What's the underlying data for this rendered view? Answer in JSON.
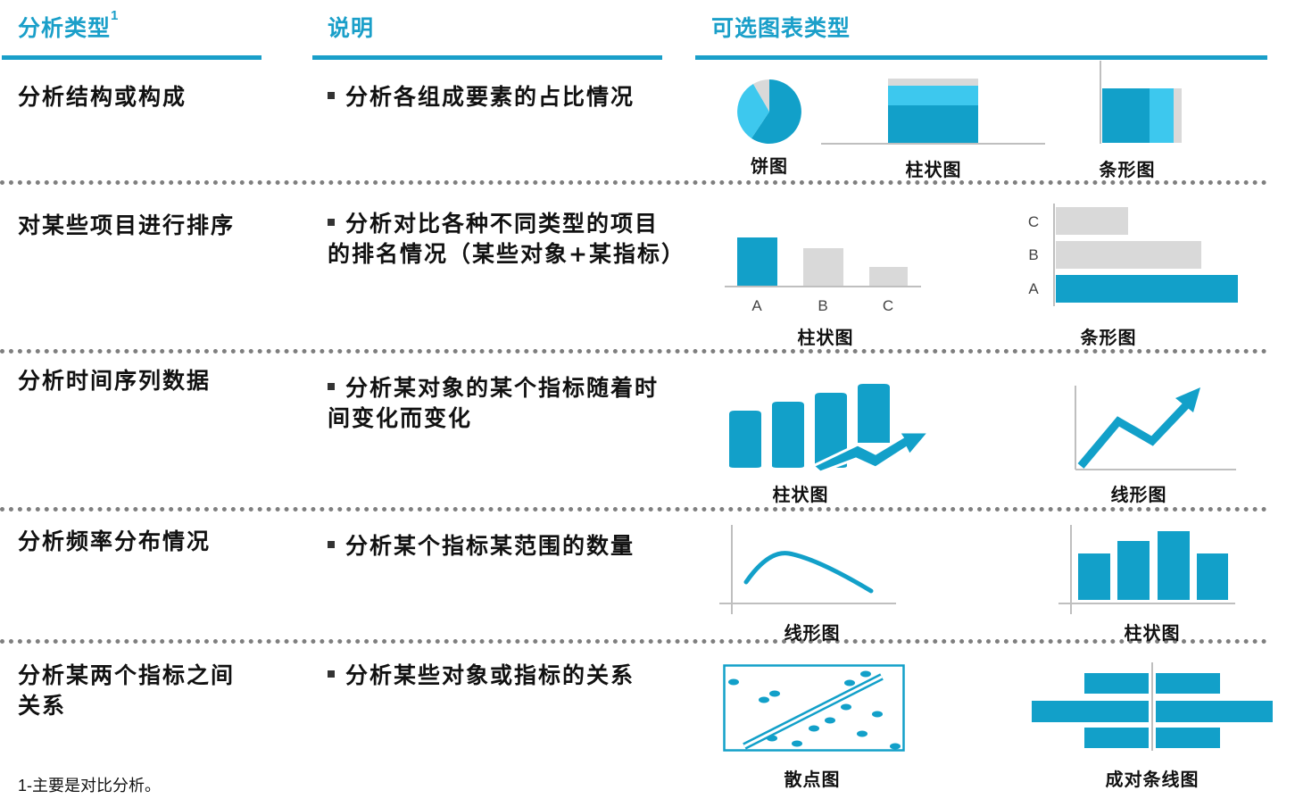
{
  "headers": {
    "col1": "分析类型",
    "col1_sup": "1",
    "col2": "说明",
    "col3": "可选图表类型"
  },
  "rows": [
    {
      "category": "分析结构或构成",
      "description": "分析各组成要素的占比情况",
      "charts": [
        "饼图",
        "柱状图",
        "条形图"
      ]
    },
    {
      "category": "对某些项目进行排序",
      "description_line1": "分析对比各种不同类型的项目",
      "description_line2": "的排名情况（某些对象+某指标）",
      "charts": [
        "柱状图",
        "条形图"
      ],
      "bar_categories": [
        "A",
        "B",
        "C"
      ],
      "hbar_categories": [
        "C",
        "B",
        "A"
      ]
    },
    {
      "category": "分析时间序列数据",
      "description_line1": "分析某对象的某个指标随着时",
      "description_line2": "间变化而变化",
      "charts": [
        "柱状图",
        "线形图"
      ]
    },
    {
      "category": "分析频率分布情况",
      "description": "分析某个指标某范围的数量",
      "charts": [
        "线形图",
        "柱状图"
      ]
    },
    {
      "category_line1": "分析某两个指标之间",
      "category_line2": "关系",
      "description": "分析某些对象或指标的关系",
      "charts": [
        "散点图",
        "成对条线图"
      ]
    }
  ],
  "footnote": {
    "num": "1-",
    "text": "主要是对比分析。"
  },
  "colors": {
    "accent": "#1a9fc9",
    "bar_primary": "#12a0c9",
    "bar_light": "#3dc8ee",
    "bar_gray": "#d9d9d9",
    "divider": "#7f7f7f"
  }
}
